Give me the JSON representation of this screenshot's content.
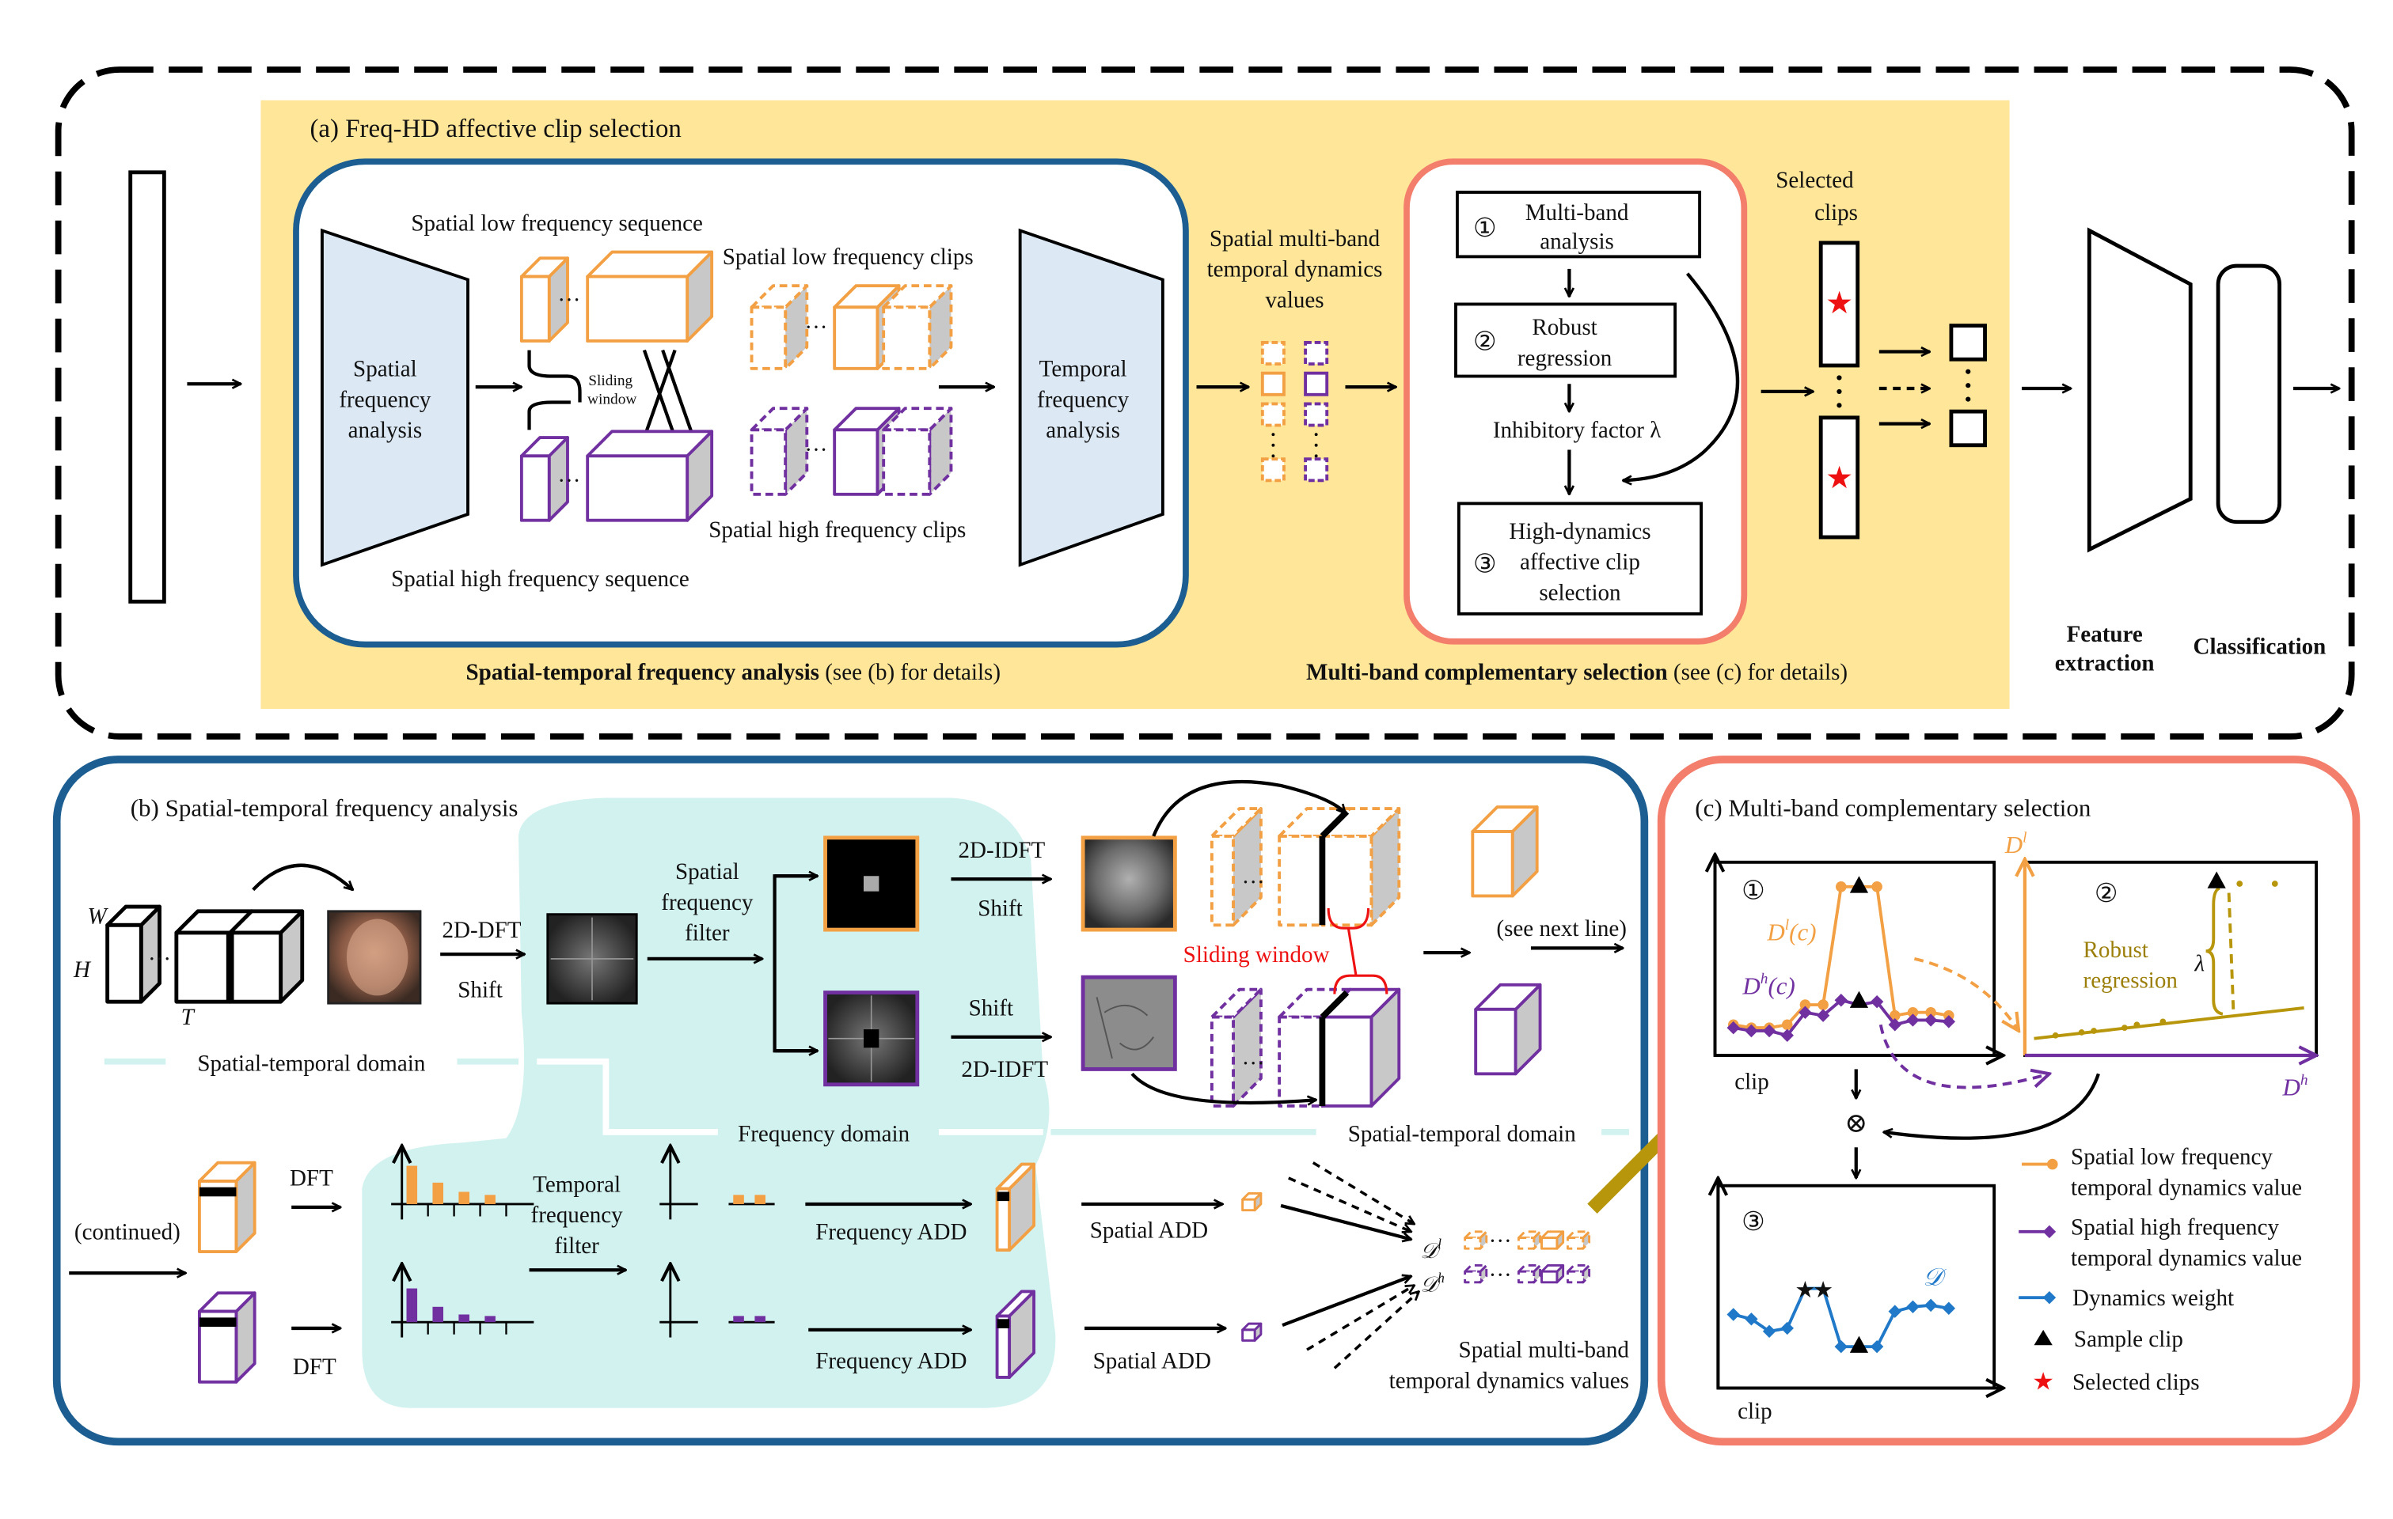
{
  "colors": {
    "orange": "#F2A043",
    "purple": "#7030A0",
    "panel_blue": "#1C5E91",
    "salmon": "#F47E6C",
    "yellow_bg": "#FFE699",
    "cyan_bg": "#D2F2F0",
    "olive": "#B8960C",
    "dynamics_blue": "#1F78C8",
    "star_red": "#EE1111"
  },
  "panel_a": {
    "title": "(a) Freq-HD affective clip selection",
    "analysis": {
      "left_block": [
        "Spatial",
        "frequency",
        "analysis"
      ],
      "right_block": [
        "Temporal",
        "frequency",
        "analysis"
      ],
      "low_seq": "Spatial low frequency sequence",
      "high_seq": "Spatial high frequency sequence",
      "low_clips": "Spatial low frequency clips",
      "high_clips": "Spatial high frequency clips",
      "sliding": [
        "Sliding",
        "window"
      ],
      "caption_bold": "Spatial-temporal frequency analysis",
      "caption_rest": " (see (b) for details)"
    },
    "values_label": [
      "Spatial multi-band",
      "temporal dynamics",
      "values"
    ],
    "selection": {
      "step1_num": "①",
      "step1": [
        "Multi-band",
        "analysis"
      ],
      "step2_num": "②",
      "step2": [
        "Robust",
        "regression"
      ],
      "inhibitory": "Inhibitory factor λ",
      "step3_num": "③",
      "step3": [
        "High-dynamics",
        "affective clip",
        "selection"
      ],
      "caption_bold": "Multi-band complementary selection",
      "caption_rest": " (see (c) for details)"
    },
    "selected_clips": [
      "Selected",
      "clips"
    ],
    "feature": [
      "Feature",
      "extraction"
    ],
    "classification": "Classification"
  },
  "panel_b": {
    "title": "(b) Spatial-temporal frequency analysis",
    "dim_w": "W",
    "dim_h": "H",
    "dim_t": "T",
    "dft2d": "2D-DFT",
    "shift": "Shift",
    "spatial_filter": [
      "Spatial",
      "frequency",
      "filter"
    ],
    "idft2d": "2D-IDFT",
    "sliding_window": "Sliding window",
    "see_next": "(see next line)",
    "domain_st_1": "Spatial-temporal domain",
    "domain_freq": "Frequency domain",
    "domain_st_2": "Spatial-temporal domain",
    "continued": "(continued)",
    "dft": "DFT",
    "temporal_filter": [
      "Temporal",
      "frequency",
      "filter"
    ],
    "freq_add": "Frequency ADD",
    "spatial_add": "Spatial ADD",
    "d_low": "𝒟",
    "d_low_sup": "l",
    "d_high": "𝒟",
    "d_high_sup": "h",
    "values_label": [
      "Spatial multi-band",
      "temporal dynamics values"
    ]
  },
  "panel_c": {
    "title": "(c) Multi-band complementary selection",
    "chart1": {
      "num": "①",
      "dl": "D",
      "dl_sup": "l",
      "dl_arg": "(c)",
      "dh": "D",
      "dh_sup": "h",
      "dh_arg": "(c)",
      "xlabel": "clip"
    },
    "chart2": {
      "num": "②",
      "ylabel": "D",
      "ylabel_sup": "l",
      "xlabel": "D",
      "xlabel_sup": "h",
      "robust": [
        "Robust",
        "regression"
      ],
      "lambda": "λ"
    },
    "combine": "⊗",
    "chart3": {
      "num": "③",
      "dlabel": "𝒟",
      "xlabel": "clip"
    },
    "legend": [
      {
        "label": [
          "Spatial low frequency",
          "temporal dynamics value"
        ],
        "marker": "circle-line",
        "color": "#F2A043"
      },
      {
        "label": [
          "Spatial high frequency",
          "temporal dynamics value"
        ],
        "marker": "diamond-line",
        "color": "#7030A0"
      },
      {
        "label": [
          "Dynamics weight"
        ],
        "marker": "diamond-line",
        "color": "#1F78C8"
      },
      {
        "label": [
          "Sample clip"
        ],
        "marker": "triangle",
        "color": "#000000"
      },
      {
        "label": [
          "Selected clips"
        ],
        "marker": "star",
        "color": "#EE1111"
      }
    ]
  }
}
